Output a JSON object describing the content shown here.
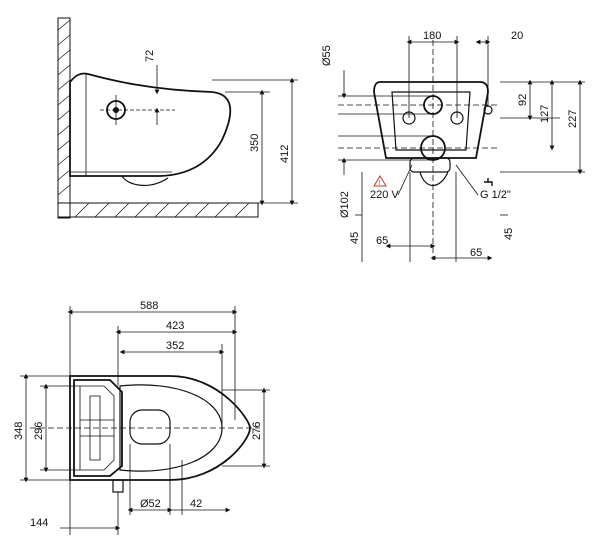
{
  "dimensions": {
    "side_view": {
      "d72": "72",
      "d350": "350",
      "d412": "412"
    },
    "rear_view": {
      "d180": "180",
      "d20": "20",
      "d55": "Ø55",
      "d92": "92",
      "d127": "127",
      "d227": "227",
      "d102": "Ø102",
      "d45_left": "45",
      "d45_right": "45",
      "d65_left": "65",
      "d65_right": "65",
      "label_power": "220 V",
      "label_water": "G 1/2\""
    },
    "top_view": {
      "d588": "588",
      "d423": "423",
      "d352": "352",
      "d348": "348",
      "d296": "296",
      "d276": "276",
      "d52": "Ø52",
      "d42": "42",
      "d144": "144"
    }
  },
  "icons": {
    "warning": "warning-triangle-icon",
    "tap": "water-tap-icon"
  }
}
